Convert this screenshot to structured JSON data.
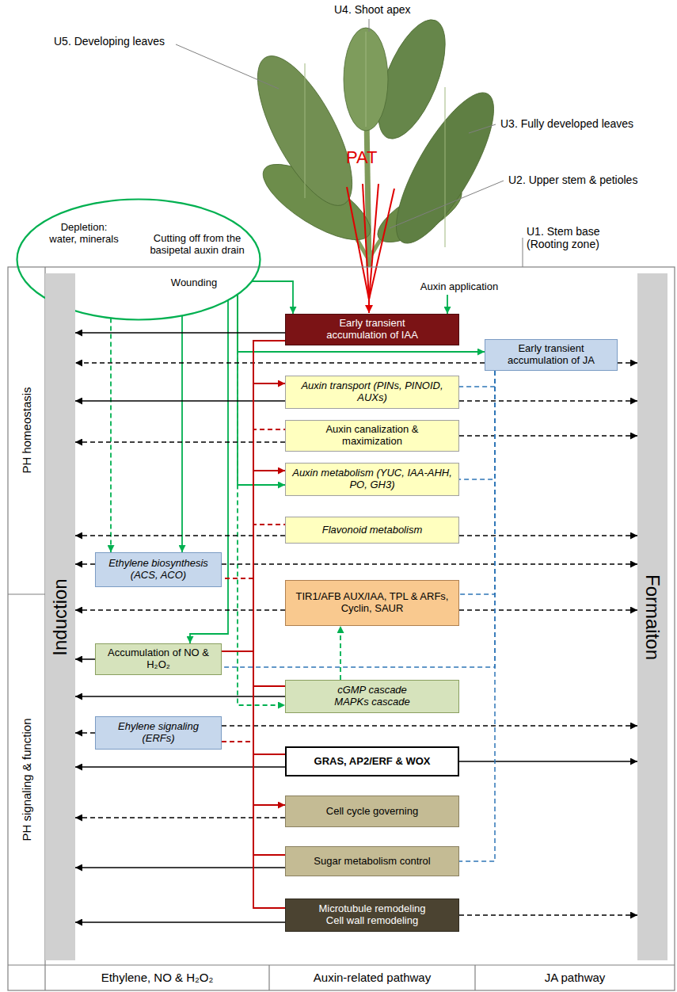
{
  "diagram": {
    "nodes": [
      {
        "text": [
          "Depletion: water, minerals",
          "Cutting off from the basipetal auxin drain",
          "Wounding"
        ]
      },
      {
        "text": [
          "Auxin application"
        ]
      },
      {
        "text": [
          "Induction"
        ]
      },
      {
        "text": [
          "Formaiton"
        ]
      },
      {
        "text": [
          "Early transient accumulation of IAA"
        ]
      },
      {
        "text": [
          "Early transient accumulation of JA"
        ]
      },
      {
        "text": [
          "Auxin transport (PINs, PINOID, AUXs)"
        ]
      },
      {
        "text": [
          "Auxin canalization & maximization"
        ]
      },
      {
        "text": [
          "Auxin metabolism (YUC, IAA-AHH, PO, GH3)"
        ]
      },
      {
        "text": [
          "Flavonoid metabolism"
        ]
      },
      {
        "text": [
          "Ethylene biosynthesis (ACS, ACO)"
        ]
      },
      {
        "text": [
          "TIR1/AFB AUX/IAA, TPL & ARFs, Cyclin, SAUR"
        ]
      },
      {
        "text": [
          "Accumulation of NO & H₂O₂"
        ]
      },
      {
        "text": [
          "cGMP cascade MAPKs cascade"
        ]
      },
      {
        "text": [
          "Ehylene signaling (ERFs)"
        ]
      },
      {
        "text": [
          "GRAS, AP2/ERF & WOX"
        ]
      },
      {
        "text": [
          "Cell cycle governing"
        ]
      },
      {
        "text": [
          "Sugar metabolism control"
        ]
      },
      {
        "text": [
          "Microtubule remodeling Cell wall remodeling"
        ]
      }
    ],
    "edges": [
      {
        "from": 0,
        "to": 10,
        "arrow": "to"
      },
      {
        "from": 0,
        "to": 10,
        "arrow": "to"
      },
      {
        "from": 0,
        "to": 12,
        "arrow": "to"
      },
      {
        "from": 0,
        "to": 5,
        "arrow": "to"
      },
      {
        "from": 0,
        "to": 8,
        "arrow": "to"
      },
      {
        "from": 0,
        "to": 13,
        "arrow": "to"
      },
      {
        "from": 0,
        "to": 4,
        "arrow": "to"
      },
      {
        "from": 1,
        "to": 4,
        "arrow": "to"
      },
      {
        "from": 13,
        "to": 11,
        "arrow": "to"
      },
      {
        "from": 4,
        "to": 2,
        "arrow": "to"
      },
      {
        "from": 5,
        "to": 2,
        "arrow": "to"
      },
      {
        "from": 5,
        "to": 3,
        "arrow": "to"
      },
      {
        "from": 6,
        "to": 2,
        "arrow": "to"
      },
      {
        "from": 6,
        "to": 3,
        "arrow": "to"
      },
      {
        "from": 7,
        "to": 2,
        "arrow": "to"
      },
      {
        "from": 7,
        "to": 3,
        "arrow": "to"
      },
      {
        "from": 9,
        "to": 2,
        "arrow": "to"
      },
      {
        "from": 9,
        "to": 3,
        "arrow": "to"
      },
      {
        "from": 10,
        "to": 2,
        "arrow": "to"
      },
      {
        "from": 10,
        "to": 3,
        "arrow": "to"
      },
      {
        "from": 11,
        "to": 2,
        "arrow": "to"
      },
      {
        "from": 11,
        "to": 3,
        "arrow": "to"
      },
      {
        "from": 12,
        "to": 2,
        "arrow": "to"
      },
      {
        "from": 13,
        "to": 2,
        "arrow": "to"
      },
      {
        "from": 14,
        "to": 2,
        "arrow": "to"
      },
      {
        "from": 14,
        "to": 3,
        "arrow": "to"
      },
      {
        "from": 15,
        "to": 2,
        "arrow": "to"
      },
      {
        "from": 15,
        "to": 3,
        "arrow": "to"
      },
      {
        "from": 16,
        "to": 2,
        "arrow": "to"
      },
      {
        "from": 17,
        "to": 2,
        "arrow": "to"
      },
      {
        "from": 18,
        "to": 2,
        "arrow": "to"
      },
      {
        "from": 18,
        "to": 3,
        "arrow": "to"
      },
      {
        "from": 4,
        "to": 6,
        "arrow": "to"
      },
      {
        "from": 4,
        "to": 7,
        "arrow": "none"
      },
      {
        "from": 4,
        "to": 8,
        "arrow": "to"
      },
      {
        "from": 4,
        "to": 9,
        "arrow": "none"
      },
      {
        "from": 4,
        "to": 10,
        "arrow": "none"
      },
      {
        "from": 4,
        "to": 12,
        "arrow": "none"
      },
      {
        "from": 4,
        "to": 13,
        "arrow": "none"
      },
      {
        "from": 4,
        "to": 14,
        "arrow": "none"
      },
      {
        "from": 4,
        "to": 15,
        "arrow": "none"
      },
      {
        "from": 4,
        "to": 16,
        "arrow": "to"
      },
      {
        "from": 4,
        "to": 17,
        "arrow": "none"
      },
      {
        "from": 4,
        "to": 18,
        "arrow": "none"
      },
      {
        "from": 5,
        "to": 6,
        "arrow": "none"
      },
      {
        "from": 5,
        "to": 8,
        "arrow": "none"
      },
      {
        "from": 5,
        "to": 11,
        "arrow": "none"
      },
      {
        "from": 5,
        "to": 12,
        "arrow": "none"
      },
      {
        "from": 5,
        "to": 17,
        "arrow": "none"
      }
    ],
    "labels": [
      "U4. Shoot apex",
      "U5. Developing leaves",
      "U3. Fully developed leaves",
      "U2. Upper stem & petioles",
      "PAT",
      "U1. Stem base (Rooting zone)",
      "PH homeostasis",
      "PH signaling & function",
      "Ethylene, NO & H₂O₂",
      "Auxin-related pathway",
      "JA pathway"
    ]
  }
}
